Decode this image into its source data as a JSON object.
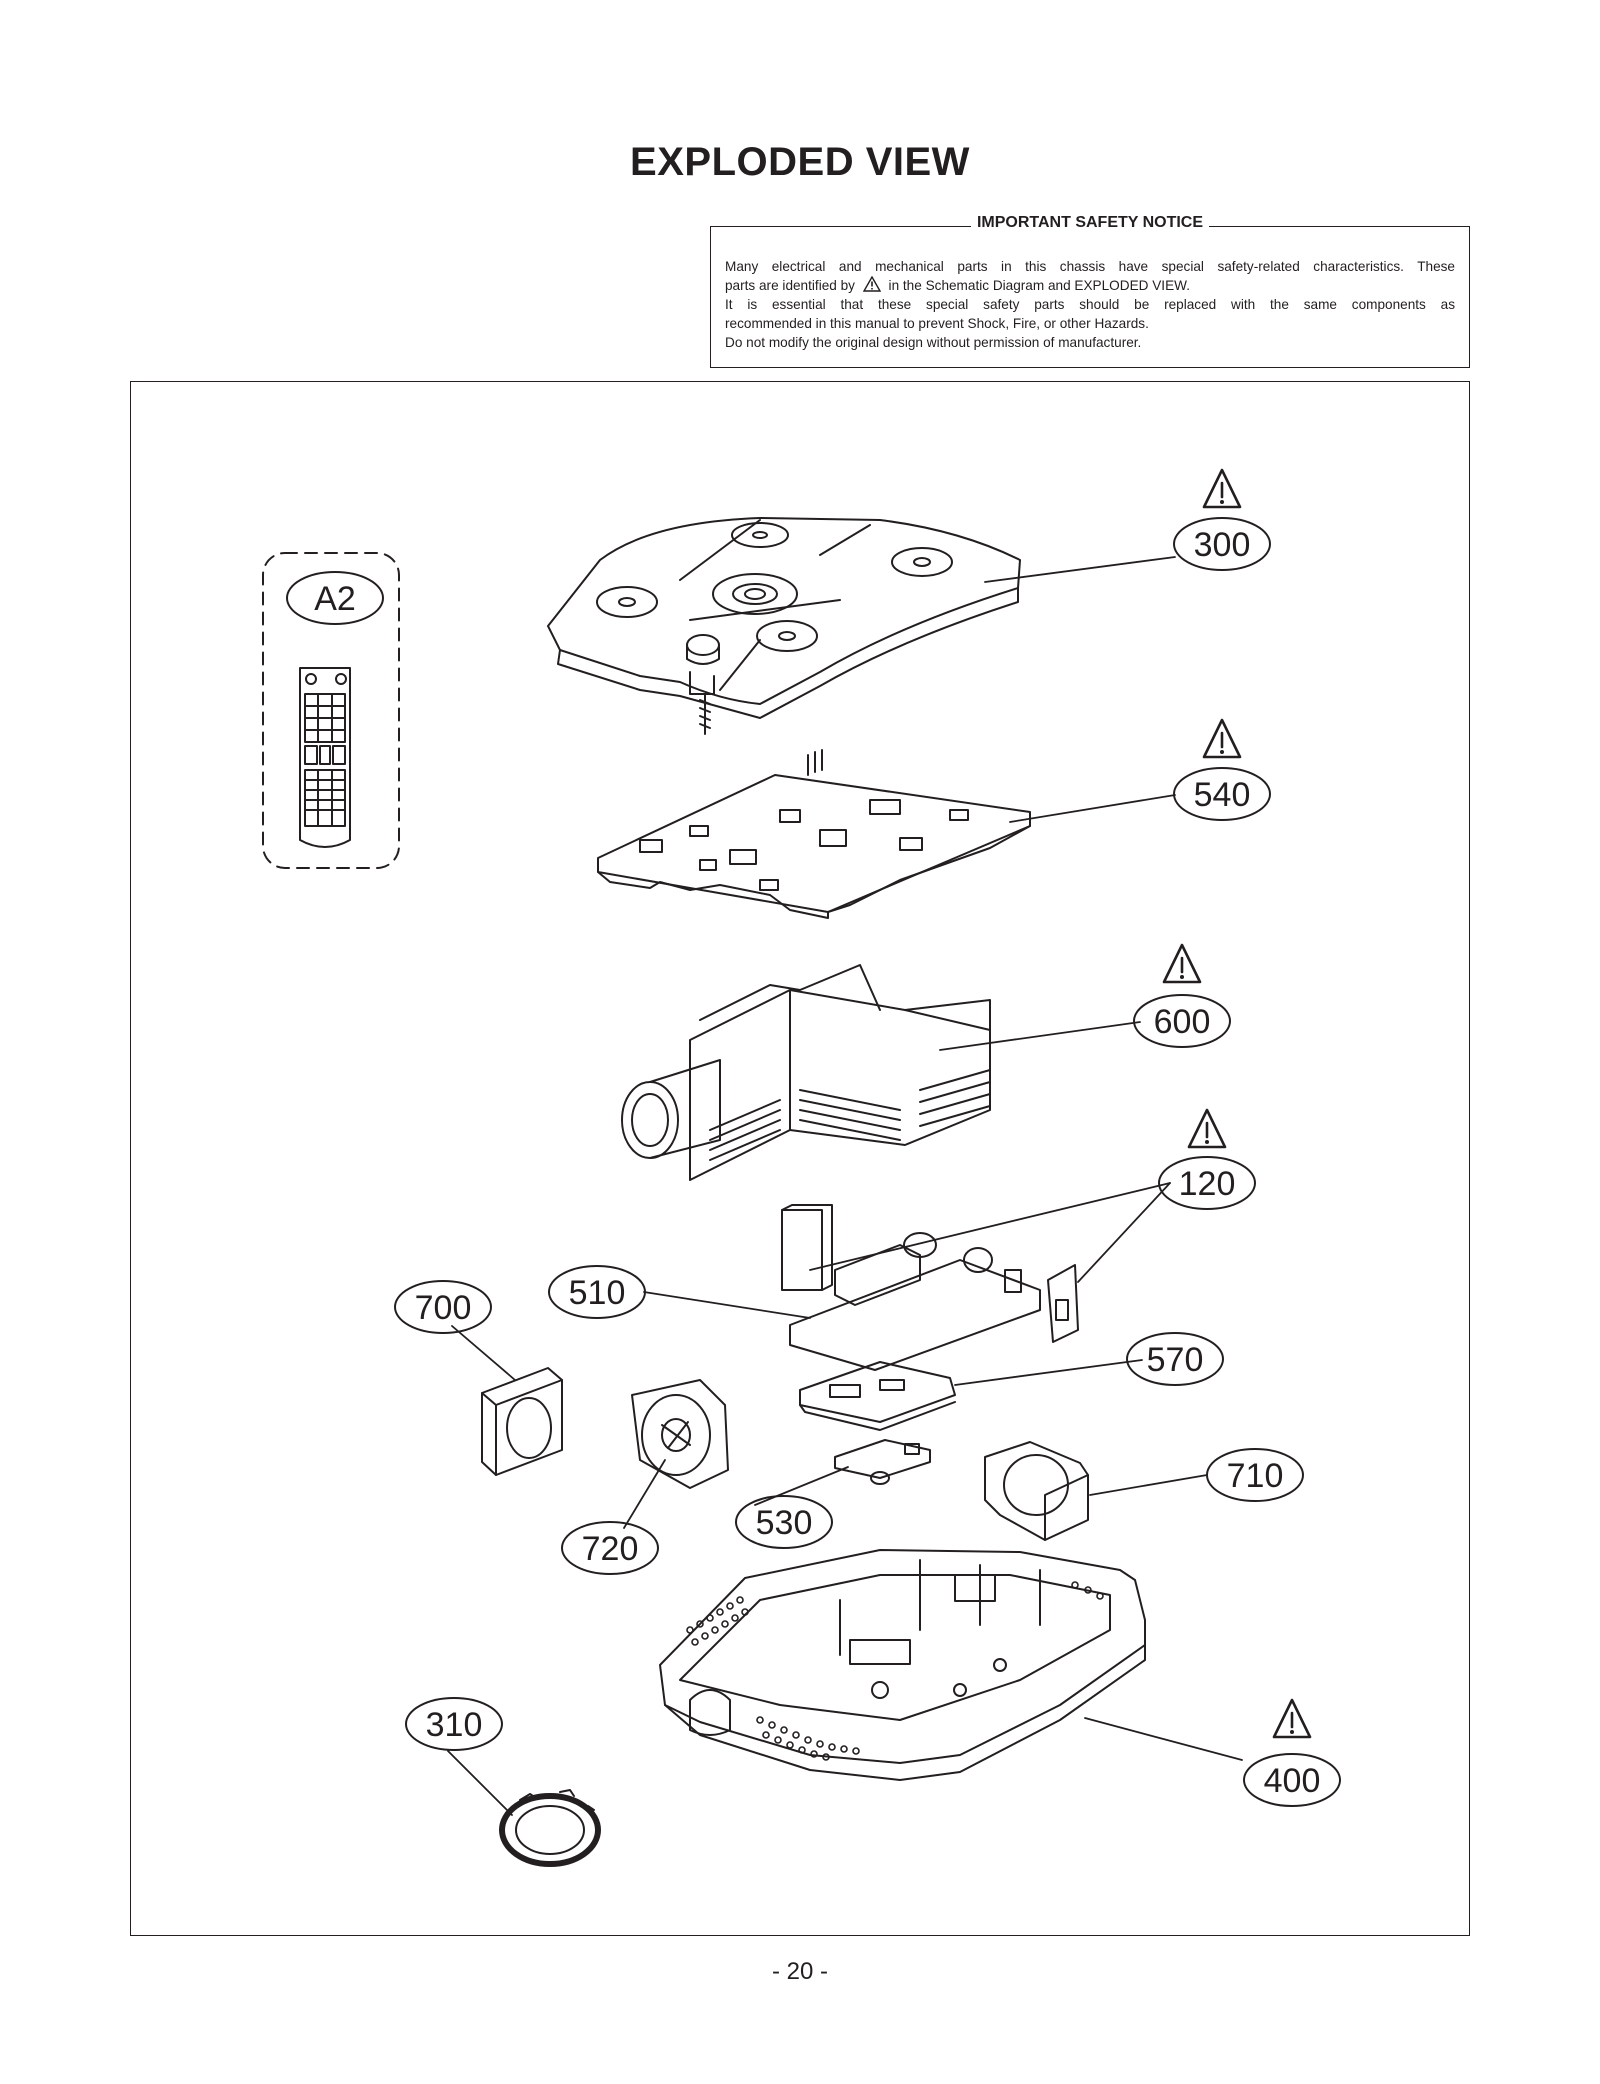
{
  "page": {
    "title": "EXPLODED VIEW",
    "page_number": "- 20 -"
  },
  "safety_notice": {
    "heading": "IMPORTANT SAFETY NOTICE",
    "line1": "Many electrical and mechanical parts in this chassis have special safety-related characteristics. These",
    "line2_before_icon": "parts are identified by",
    "line2_after_icon": "in the Schematic Diagram and EXPLODED VIEW.",
    "line3": "It is essential that these special safety parts should be replaced with the same components as",
    "line4": "recommended in this manual to prevent Shock, Fire, or other Hazards.",
    "line5": "Do not modify the original design without permission of manufacturer.",
    "icon": "warning-triangle-icon"
  },
  "callouts": [
    {
      "label": "A2",
      "part": "remote control",
      "safety": false
    },
    {
      "label": "300",
      "part": "top cover",
      "safety": true
    },
    {
      "label": "540",
      "part": "main board",
      "safety": true
    },
    {
      "label": "600",
      "part": "optical engine",
      "safety": true
    },
    {
      "label": "120",
      "part": "power board",
      "safety": true
    },
    {
      "label": "510",
      "part": "board",
      "safety": false
    },
    {
      "label": "700",
      "part": "fan",
      "safety": false
    },
    {
      "label": "570",
      "part": "board",
      "safety": false
    },
    {
      "label": "720",
      "part": "fan",
      "safety": false
    },
    {
      "label": "530",
      "part": "small board",
      "safety": false
    },
    {
      "label": "710",
      "part": "fan duct",
      "safety": false
    },
    {
      "label": "310",
      "part": "lens ring",
      "safety": false
    },
    {
      "label": "400",
      "part": "bottom cabinet",
      "safety": true
    }
  ]
}
